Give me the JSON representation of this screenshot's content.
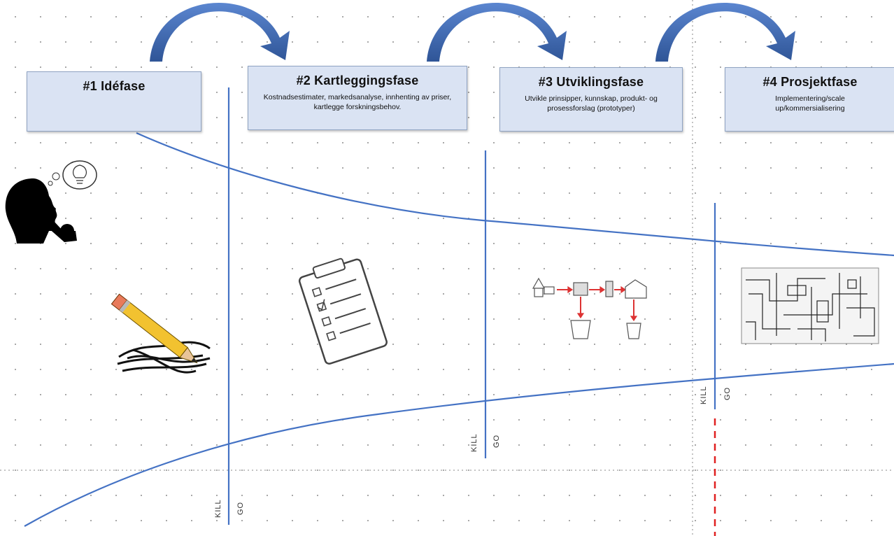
{
  "phases": [
    {
      "title": "#1 Idéfase",
      "description": ""
    },
    {
      "title": "#2 Kartleggingsfase",
      "description": "Kostnadsestimater, markedsanalyse, innhenting av priser, kartlegge forskningsbehov."
    },
    {
      "title": "#3 Utviklingsfase",
      "description": "Utvikle prinsipper, kunnskap, produkt- og prosessforslag (prototyper)"
    },
    {
      "title": "#4 Prosjektfase",
      "description": "Implementering/scale up/kommersialisering"
    }
  ],
  "gates": [
    {
      "kill_label": "KILL",
      "go_label": "GO"
    },
    {
      "kill_label": "KILL",
      "go_label": "GO"
    },
    {
      "kill_label": "KILL",
      "go_label": "GO"
    }
  ],
  "colors": {
    "line": "#4472c4",
    "arrow": "#2f5597",
    "box_fill": "#dae3f3",
    "dashed": "#e02020"
  },
  "icons": [
    "thinking-person-icon",
    "pencil-scribble-icon",
    "clipboard-checklist-icon",
    "process-flow-icon",
    "circuit-board-icon"
  ]
}
